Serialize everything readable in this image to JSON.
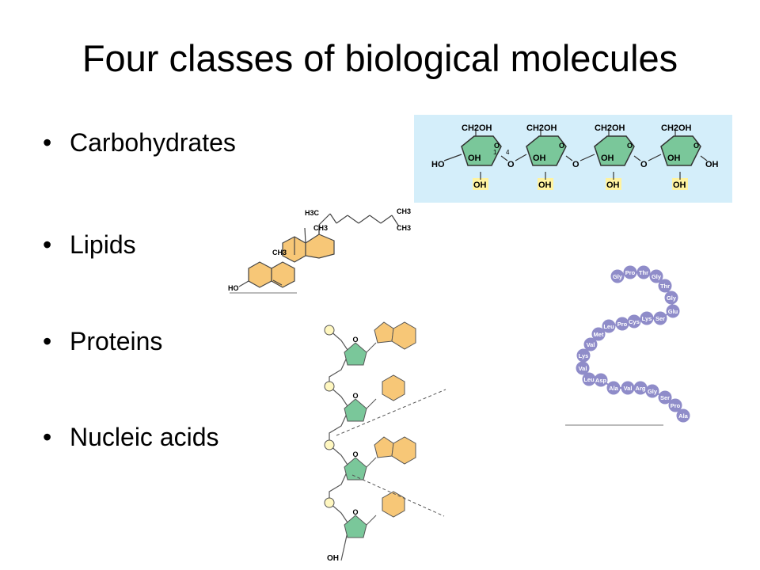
{
  "slide": {
    "title": "Four classes of biological molecules",
    "bullet_glyph": "•",
    "bullets": [
      "Carbohydrates",
      "Lipids",
      "Proteins",
      "Nucleic acids"
    ]
  },
  "carbohydrate": {
    "rings": [
      {
        "top": "CH2OH",
        "left_oh": "OH",
        "right_o": "O",
        "bottom_oh": "OH"
      },
      {
        "top": "CH2OH",
        "left_oh": "OH",
        "right_o": "O",
        "bottom_oh": "OH"
      },
      {
        "top": "CH2OH",
        "left_oh": "OH",
        "right_o": "O",
        "bottom_oh": "OH"
      },
      {
        "top": "CH2OH",
        "left_oh": "OH",
        "right_o": "OH",
        "bottom_oh": "OH"
      }
    ],
    "left_end": "HO",
    "linkage_labels": [
      "1",
      "4"
    ],
    "colors": {
      "background": "#d4eefa",
      "ring": "#7ac79a",
      "highlight": "#fff3a0"
    }
  },
  "lipid": {
    "labels": [
      "H3C",
      "CH3",
      "CH3",
      "CH3",
      "CH3",
      "HO"
    ],
    "colors": {
      "ring": "#f7c777"
    }
  },
  "protein": {
    "residues": [
      "Gly",
      "Pro",
      "Thr",
      "Gly",
      "Thr",
      "Gly",
      "Glu",
      "Ser",
      "Lys",
      "Cys",
      "Pro",
      "Leu",
      "Met",
      "Val",
      "Lys",
      "Val",
      "Leu",
      "Asp",
      "Ala",
      "Val",
      "Arg",
      "Gly",
      "Ser",
      "Pro",
      "Ala"
    ],
    "colors": {
      "bead": "#8f8cc9",
      "text": "#ffffff"
    }
  },
  "nucleic_acid": {
    "sugar_label": "O",
    "end_label": "OH",
    "colors": {
      "sugar": "#7ac79a",
      "base": "#f7c777",
      "phosphate": "#fff7c0"
    }
  }
}
